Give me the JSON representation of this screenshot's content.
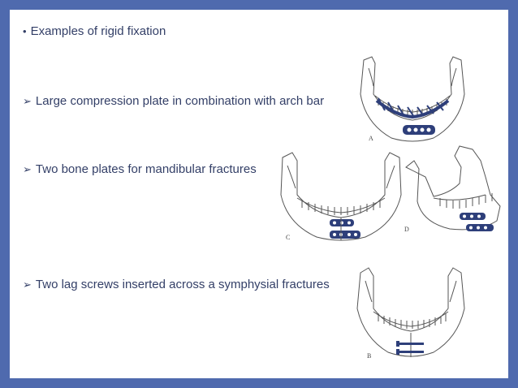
{
  "slide": {
    "title_bullet": "•",
    "title": "Examples of rigid fixation",
    "arrow_glyph": "➢",
    "items": [
      {
        "text": "Large compression plate in combination with arch bar"
      },
      {
        "text": "Two bone plates for mandibular fractures"
      },
      {
        "text": "Two lag screws inserted across a symphysial fractures"
      }
    ]
  },
  "figures": {
    "A": {
      "label": "A"
    },
    "C": {
      "label": "C"
    },
    "D": {
      "label": "D"
    },
    "B": {
      "label": "B"
    }
  },
  "colors": {
    "border": "#4f6aae",
    "text": "#333f67",
    "plate": "#2e3f7a"
  }
}
